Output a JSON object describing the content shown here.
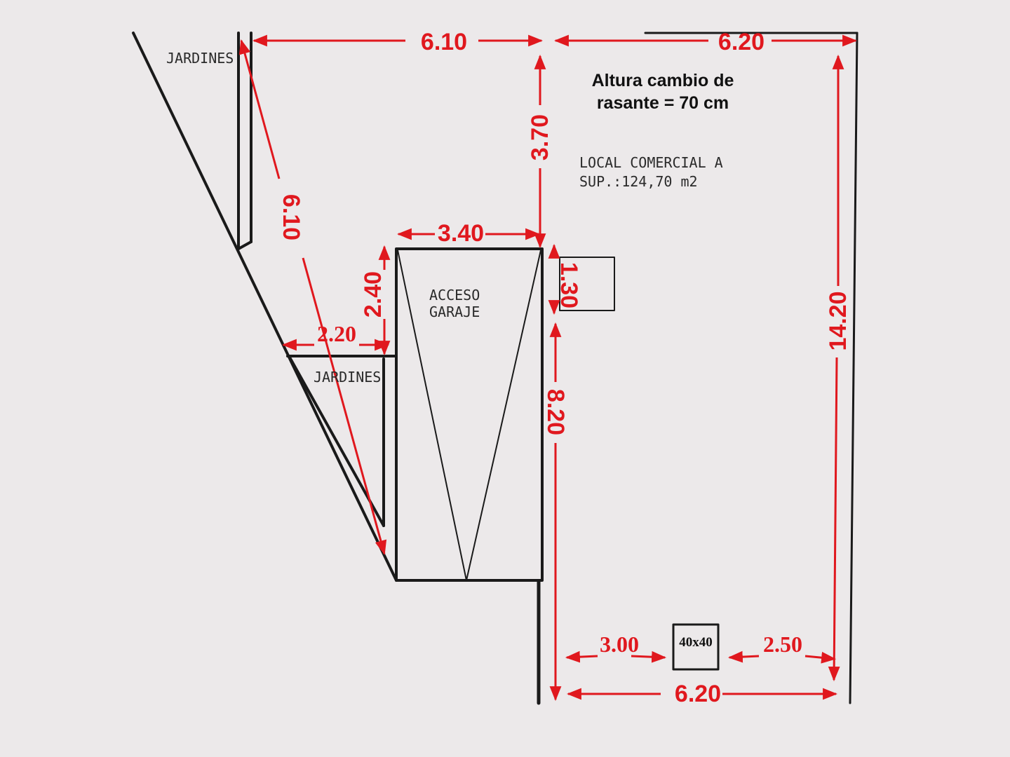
{
  "labels": {
    "jardines_top": "JARDINES",
    "jardines_mid": "JARDINES",
    "acceso_line1": "ACCESO",
    "acceso_line2": "GARAJE",
    "local_line1": "LOCAL  COMERCIAL  A",
    "local_line2": "SUP.:124,70  m2",
    "note_line1": "Altura cambio de",
    "note_line2": "rasante = 70 cm",
    "box_small": "40x40"
  },
  "dimensions": {
    "top_left": "6.10",
    "top_right": "6.20",
    "diagonal": "6.10",
    "vertical_3_70": "3.70",
    "garage_width": "3.40",
    "vertical_2_40": "2.40",
    "horizontal_2_20": "2.20",
    "vertical_1_30": "1.30",
    "vertical_8_20": "8.20",
    "right_total": "14.20",
    "bottom_3_00": "3.00",
    "bottom_2_50": "2.50",
    "bottom_6_20": "6.20"
  },
  "colors": {
    "dimension": "#e0181e",
    "line": "#1a1a1a",
    "background": "#ece9ea"
  }
}
